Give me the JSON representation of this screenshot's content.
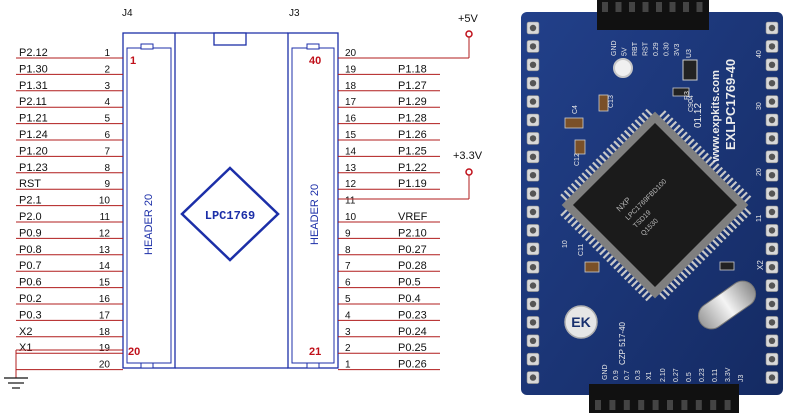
{
  "schematic": {
    "left_connector": {
      "ref": "J4",
      "name": "HEADER 20",
      "first_pin_marker": "1",
      "last_pin_marker": "20",
      "pins": [
        {
          "num": "1",
          "signal": "P2.12"
        },
        {
          "num": "2",
          "signal": "P1.30"
        },
        {
          "num": "3",
          "signal": "P1.31"
        },
        {
          "num": "4",
          "signal": "P2.11"
        },
        {
          "num": "5",
          "signal": "P1.21"
        },
        {
          "num": "6",
          "signal": "P1.24"
        },
        {
          "num": "7",
          "signal": "P1.20"
        },
        {
          "num": "8",
          "signal": "P1.23"
        },
        {
          "num": "9",
          "signal": "RST"
        },
        {
          "num": "10",
          "signal": "P2.1"
        },
        {
          "num": "11",
          "signal": "P2.0"
        },
        {
          "num": "12",
          "signal": "P0.9"
        },
        {
          "num": "13",
          "signal": "P0.8"
        },
        {
          "num": "14",
          "signal": "P0.7"
        },
        {
          "num": "15",
          "signal": "P0.6"
        },
        {
          "num": "16",
          "signal": "P0.2"
        },
        {
          "num": "17",
          "signal": "P0.3"
        },
        {
          "num": "18",
          "signal": "X2"
        },
        {
          "num": "19",
          "signal": "X1"
        },
        {
          "num": "20",
          "signal": ""
        }
      ]
    },
    "right_connector": {
      "ref": "J3",
      "name": "HEADER 20",
      "first_pin_marker": "40",
      "last_pin_marker": "21",
      "pins": [
        {
          "num": "20",
          "signal": ""
        },
        {
          "num": "19",
          "signal": "P1.18"
        },
        {
          "num": "18",
          "signal": "P1.27"
        },
        {
          "num": "17",
          "signal": "P1.29"
        },
        {
          "num": "16",
          "signal": "P1.28"
        },
        {
          "num": "15",
          "signal": "P1.26"
        },
        {
          "num": "14",
          "signal": "P1.25"
        },
        {
          "num": "13",
          "signal": "P1.22"
        },
        {
          "num": "12",
          "signal": "P1.19"
        },
        {
          "num": "11",
          "signal": ""
        },
        {
          "num": "10",
          "signal": "VREF"
        },
        {
          "num": "9",
          "signal": "P2.10"
        },
        {
          "num": "8",
          "signal": "P0.27"
        },
        {
          "num": "7",
          "signal": "P0.28"
        },
        {
          "num": "6",
          "signal": "P0.5"
        },
        {
          "num": "5",
          "signal": "P0.4"
        },
        {
          "num": "4",
          "signal": "P0.23"
        },
        {
          "num": "3",
          "signal": "P0.24"
        },
        {
          "num": "2",
          "signal": "P0.25"
        },
        {
          "num": "1",
          "signal": "P0.26"
        }
      ]
    },
    "chip_label": "LPC1769",
    "power_5v": "+5V",
    "power_3v3": "+3.3V",
    "colors": {
      "wire": "#b01c1c",
      "component": "#1c2fa8",
      "text": "#111111",
      "power_marker": "#c0101a"
    }
  },
  "board": {
    "title": "EXLPC1769-40",
    "url": "www.expkits.com",
    "version": "01.12",
    "left_marks": [
      "GND",
      "0.9",
      "0.7",
      "0.3",
      "X1"
    ],
    "top_marks": [
      "GND",
      "5V",
      "RBT",
      "RST",
      "0.29",
      "0.30",
      "3V3"
    ],
    "chip_marks": [
      "NXP",
      "LPC1769FBD100",
      "TSD19",
      "Q1530"
    ],
    "components": [
      "U3",
      "C13",
      "C4",
      "C12",
      "C11",
      "X2",
      "R3",
      "C904"
    ],
    "bottom_marks": [
      "2.10",
      "0.27",
      "0.5",
      "0.23",
      "0.11",
      "3.3V",
      "J3"
    ],
    "pin_labels": [
      "10",
      "11",
      "20",
      "30",
      "40"
    ],
    "badge_text": "CZP 517-40",
    "colors": {
      "pcb": "#18306e",
      "header": "#111111",
      "pad": "#d8d8d8",
      "chip": "#1a1a1a"
    }
  }
}
